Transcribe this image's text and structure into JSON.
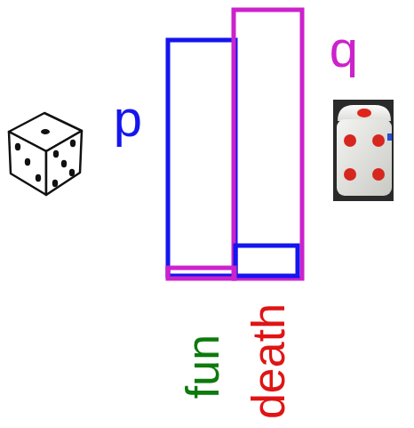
{
  "diagram": {
    "labels": [
      "p",
      "q",
      "fun",
      "death"
    ]
  }
}
